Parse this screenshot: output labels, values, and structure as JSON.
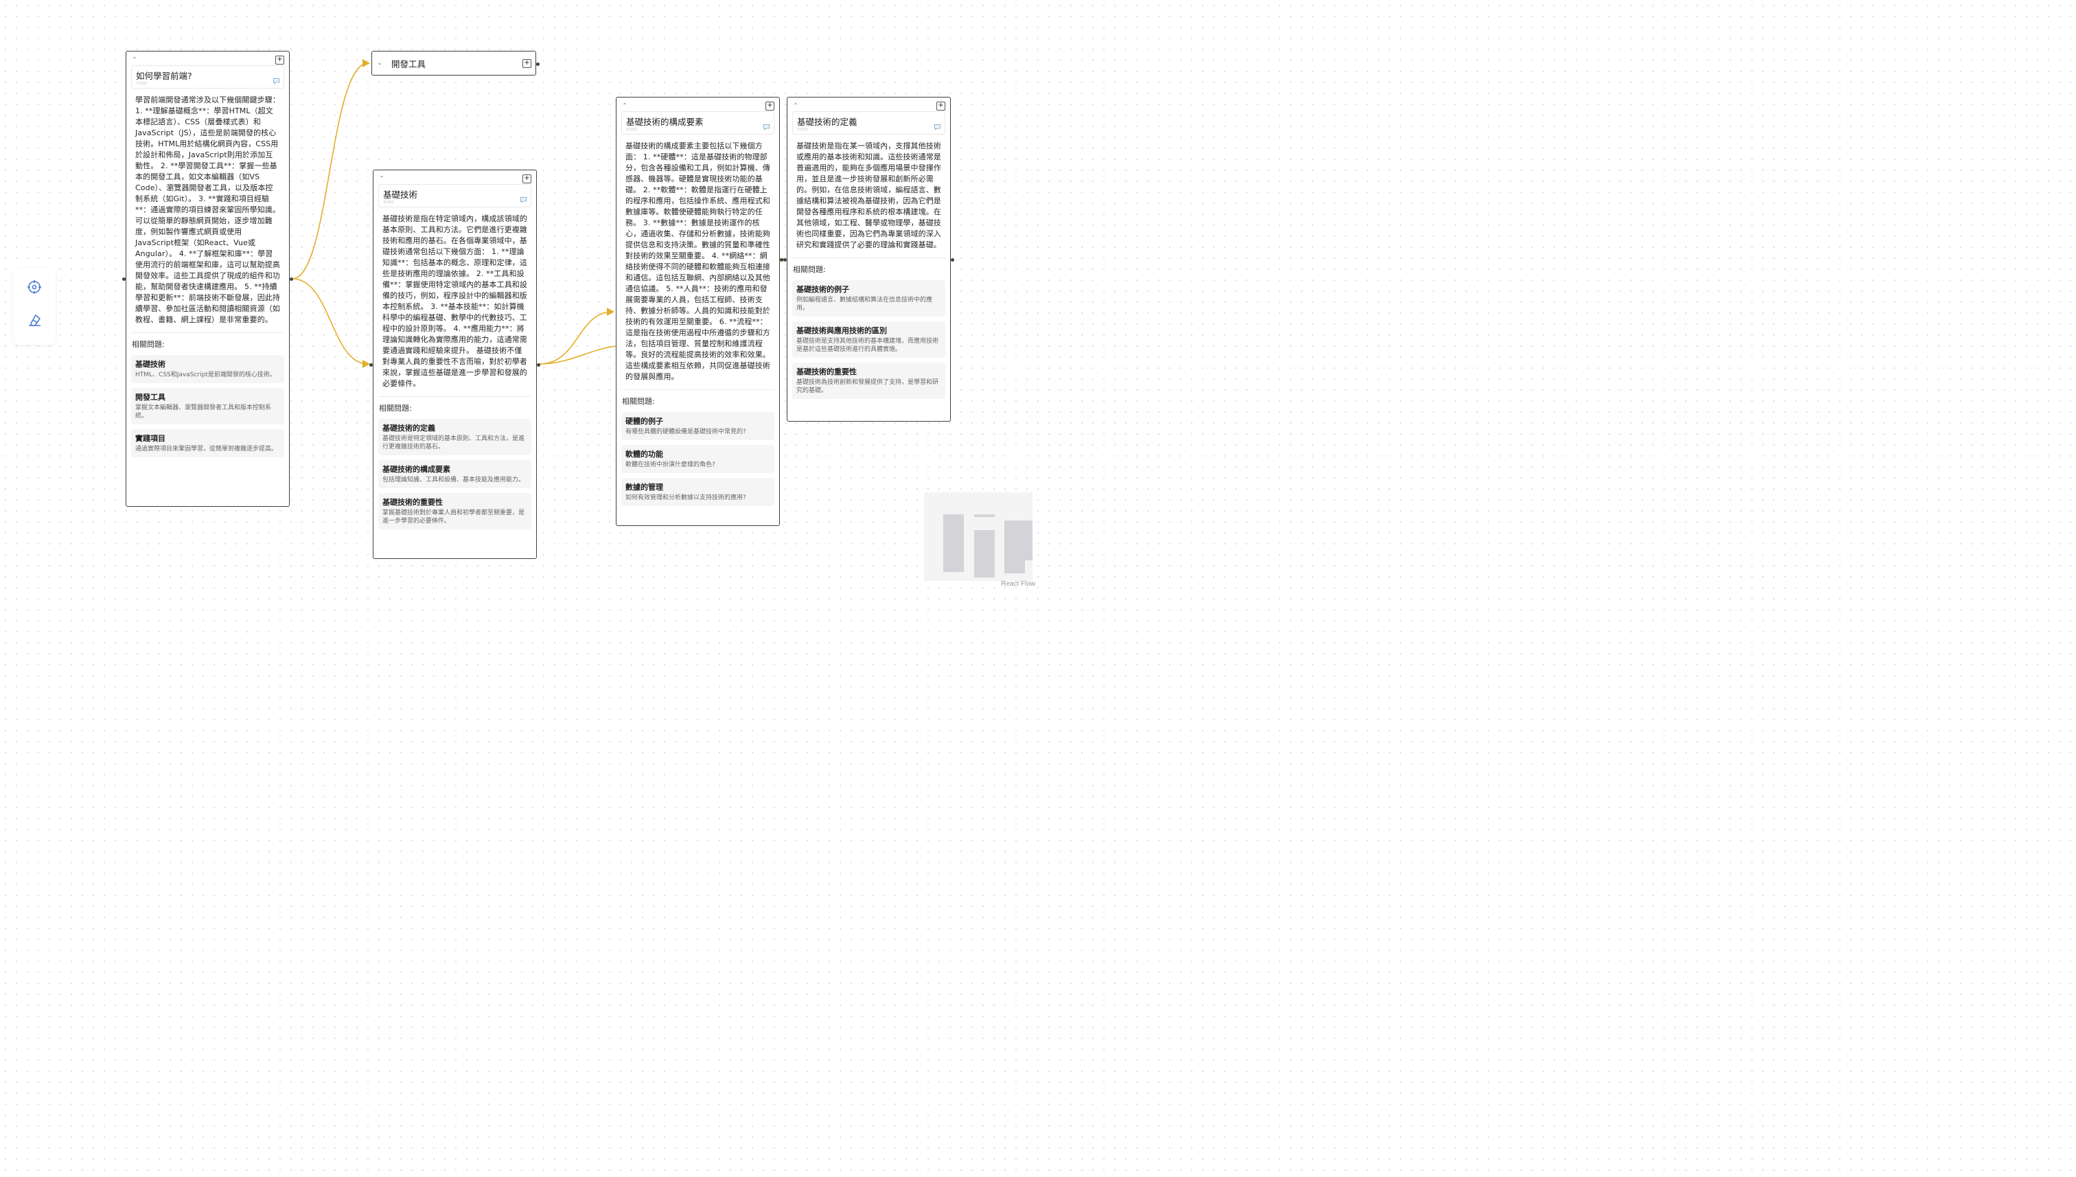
{
  "colors": {
    "edge": "#e2ae2a",
    "node_border": "#3f3f46",
    "background": "#ffffff",
    "dot": "#d4d4d8"
  },
  "nodes": {
    "frontend": {
      "question": "如何學習前端?",
      "meta": "7/200",
      "answer": "學習前端開發通常涉及以下幾個關鍵步驟： 1. **理解基礎概念**：學習HTML（超文本標記語言）、CSS（層疊樣式表）和JavaScript（JS），這些是前端開發的核心技術。HTML用於結構化網頁內容，CSS用於設計和佈局，JavaScript則用於添加互動性。 2. **學習開發工具**：掌握一些基本的開發工具，如文本編輯器（如VS Code）、瀏覽器開發者工具，以及版本控制系統（如Git）。 3. **實踐和項目經驗**：通過實際的項目練習來鞏固所學知識。可以從簡單的靜態網頁開始，逐步增加難度，例如製作響應式網頁或使用JavaScript框架（如React、Vue或Angular）。 4. **了解框架和庫**：學習使用流行的前端框架和庫，這可以幫助提高開發效率。這些工具提供了現成的組件和功能，幫助開發者快速構建應用。 5. **持續學習和更新**：前端技術不斷發展，因此持續學習、參加社區活動和閱讀相關資源（如教程、書籍、網上課程）是非常重要的。",
      "related_title": "相關問題:",
      "related": [
        {
          "title": "基礎技術",
          "desc": "HTML、CSS和JavaScript是前端開發的核心技術。"
        },
        {
          "title": "開發工具",
          "desc": "掌握文本編輯器、瀏覽器開發者工具和版本控制系統。"
        },
        {
          "title": "實踐項目",
          "desc": "通過實際項目來鞏固學習，從簡單到複雜逐步提高。"
        }
      ]
    },
    "devtools": {
      "question": "開發工具"
    },
    "basic": {
      "question": "基礎技術",
      "meta": "4/200",
      "answer": "基礎技術是指在特定領域內，構成該領域的基本原則、工具和方法。它們是進行更複雜技術和應用的基石。在各個專業領域中，基礎技術通常包括以下幾個方面： 1. **理論知識**：包括基本的概念、原理和定律，這些是技術應用的理論依據。 2. **工具和設備**：掌握使用特定領域內的基本工具和設備的技巧，例如，程序設計中的編輯器和版本控制系統。 3. **基本技能**：如計算機科學中的編程基礎、數學中的代數技巧、工程中的設計原則等。 4. **應用能力**：將理論知識轉化為實際應用的能力，這通常需要通過實踐和經驗來提升。 基礎技術不僅對專業人員的重要性不言而喻，對於初學者來說，掌握這些基礎是進一步學習和發展的必要條件。",
      "related_title": "相關問題:",
      "related": [
        {
          "title": "基礎技術的定義",
          "desc": "基礎技術是特定領域的基本原則、工具和方法，是進行更複雜技術的基石。"
        },
        {
          "title": "基礎技術的構成要素",
          "desc": "包括理論知識、工具和設備、基本技能及應用能力。"
        },
        {
          "title": "基礎技術的重要性",
          "desc": "掌握基礎技術對於專業人員和初學者都至關重要，是進一步學習的必要條件。"
        }
      ]
    },
    "components": {
      "question": "基礎技術的構成要素",
      "meta": "9/200",
      "answer": "基礎技術的構成要素主要包括以下幾個方面： 1. **硬體**：這是基礎技術的物理部分，包含各種設備和工具，例如計算機、傳感器、機器等。硬體是實現技術功能的基礎。 2. **軟體**：軟體是指運行在硬體上的程序和應用，包括操作系統、應用程式和數據庫等。軟體使硬體能夠執行特定的任務。 3. **數據**：數據是技術運作的核心，通過收集、存儲和分析數據，技術能夠提供信息和支持決策。數據的質量和準確性對技術的效果至關重要。 4. **網絡**：網絡技術使得不同的硬體和軟體能夠互相連接和通信。這包括互聯網、內部網絡以及其他通信協議。 5. **人員**：技術的應用和發展需要專業的人員，包括工程師、技術支持、數據分析師等。人員的知識和技能對於技術的有效運用至關重要。 6. **流程**：這是指在技術使用過程中所遵循的步驟和方法，包括項目管理、質量控制和維護流程等。良好的流程能提高技術的效率和效果。 這些構成要素相互依賴，共同促進基礎技術的發展與應用。",
      "related_title": "相關問題:",
      "related": [
        {
          "title": "硬體的例子",
          "desc": "有哪些具體的硬體設備是基礎技術中常見的?"
        },
        {
          "title": "軟體的功能",
          "desc": "軟體在技術中扮演什麼樣的角色?"
        },
        {
          "title": "數據的管理",
          "desc": "如何有效管理和分析數據以支持技術的應用?"
        }
      ]
    },
    "definition": {
      "question": "基礎技術的定義",
      "meta": "7/200",
      "answer": "基礎技術是指在某一領域內，支撐其他技術或應用的基本技術和知識。這些技術通常是普遍適用的，能夠在多個應用場景中發揮作用，並且是進一步技術發展和創新所必需的。例如，在信息技術領域，編程語言、數據結構和算法被視為基礎技術，因為它們是開發各種應用程序和系統的根本構建塊。在其他領域，如工程、醫學或物理學，基礎技術也同樣重要，因為它們為專業領域的深入研究和實踐提供了必要的理論和實踐基礎。",
      "related_title": "相關問題:",
      "related": [
        {
          "title": "基礎技術的例子",
          "desc": "例如編程語言、數據結構和算法在信息技術中的應用。"
        },
        {
          "title": "基礎技術與應用技術的區別",
          "desc": "基礎技術是支持其他技術的基本構建塊，而應用技術是基於這些基礎技術進行的具體實施。"
        },
        {
          "title": "基礎技術的重要性",
          "desc": "基礎技術為技術創新和發展提供了支持，是學習和研究的基礎。"
        }
      ]
    }
  },
  "attribution": "React Flow"
}
